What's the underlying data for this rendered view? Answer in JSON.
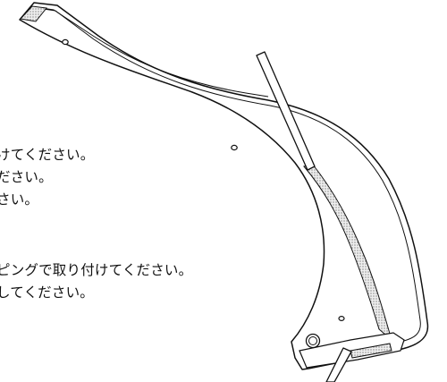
{
  "instructions": {
    "line1": "けてください。",
    "line2": "ださい。",
    "line3": "さい。",
    "line4": "ピングで取り付けてください。",
    "line5": "してください。"
  },
  "colors": {
    "line": "#111111",
    "foam_fill": "#e9e9e9",
    "paper": "#ffffff"
  }
}
